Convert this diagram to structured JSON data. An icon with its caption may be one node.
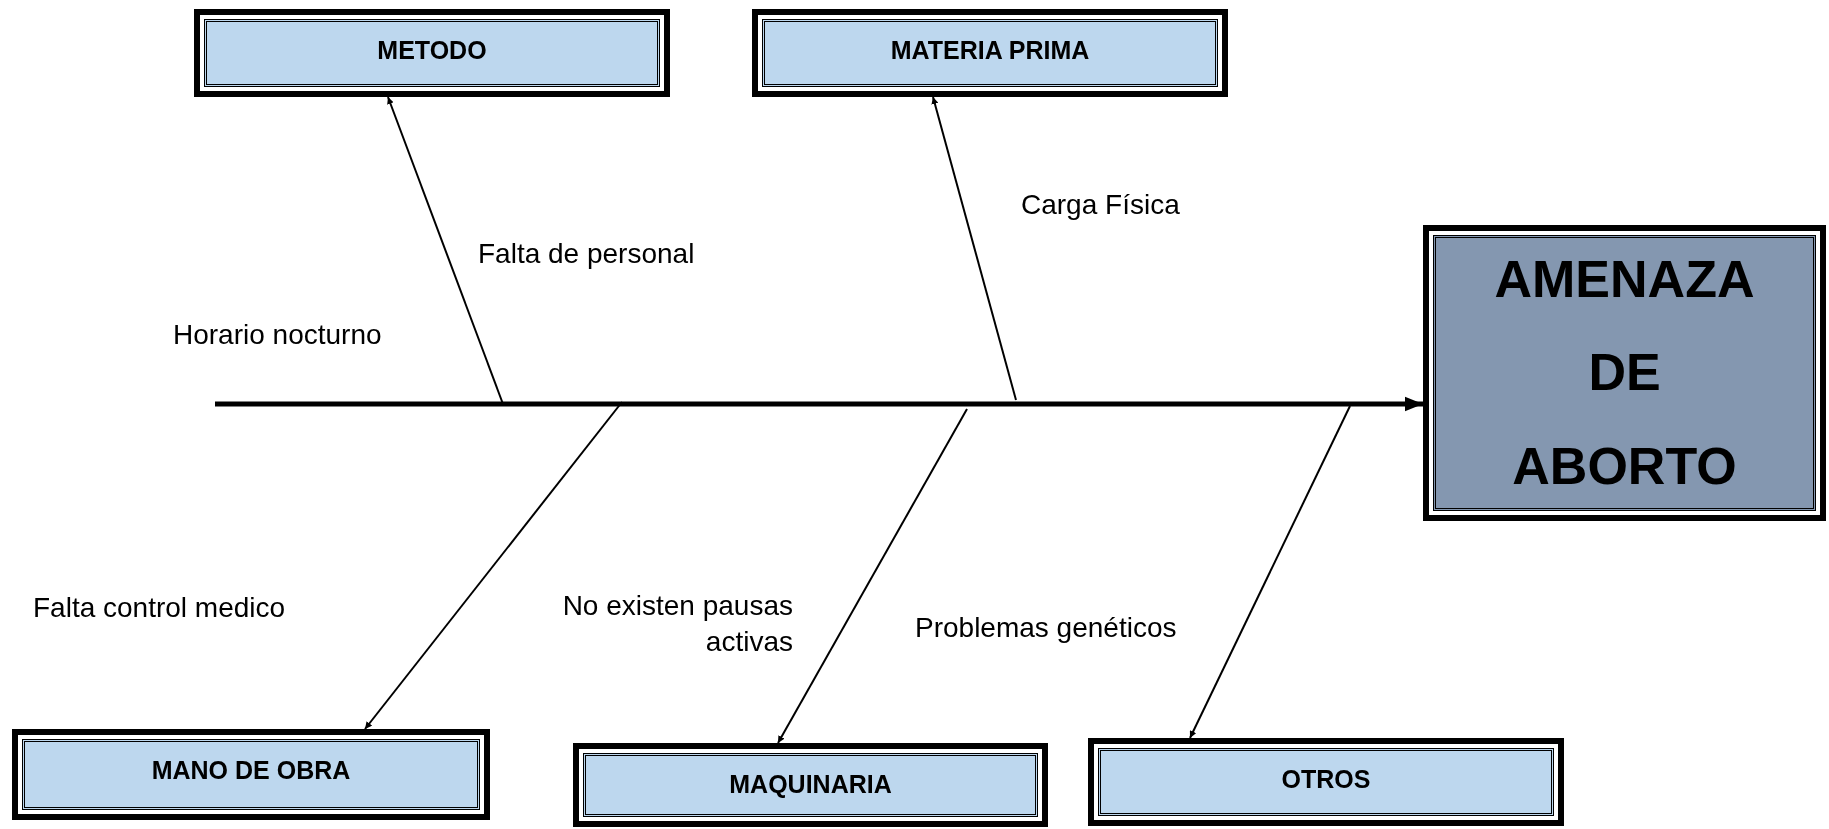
{
  "diagram": {
    "nodes": [
      {
        "text": [
          "METODO"
        ]
      },
      {
        "text": [
          "MATERIA PRIMA"
        ]
      },
      {
        "text": [
          "AMENAZA DE ABORTO"
        ]
      },
      {
        "text": [
          "MANO DE OBRA"
        ]
      },
      {
        "text": [
          "MAQUINARIA"
        ]
      },
      {
        "text": [
          "OTROS"
        ]
      }
    ],
    "edges": [
      {
        "from": null,
        "to": 2,
        "arrow": "to",
        "style": "thick"
      },
      {
        "from": null,
        "to": 0,
        "arrow": "to"
      },
      {
        "from": null,
        "to": 1,
        "arrow": "to"
      },
      {
        "from": null,
        "to": 3,
        "arrow": "to"
      },
      {
        "from": null,
        "to": 4,
        "arrow": "to"
      },
      {
        "from": null,
        "to": 5,
        "arrow": "to"
      }
    ],
    "labels": [
      "Carga Física",
      "Falta de personal",
      "Horario nocturno",
      "Falta control medico",
      "No existen pausas activas",
      "Problemas genéticos"
    ]
  }
}
